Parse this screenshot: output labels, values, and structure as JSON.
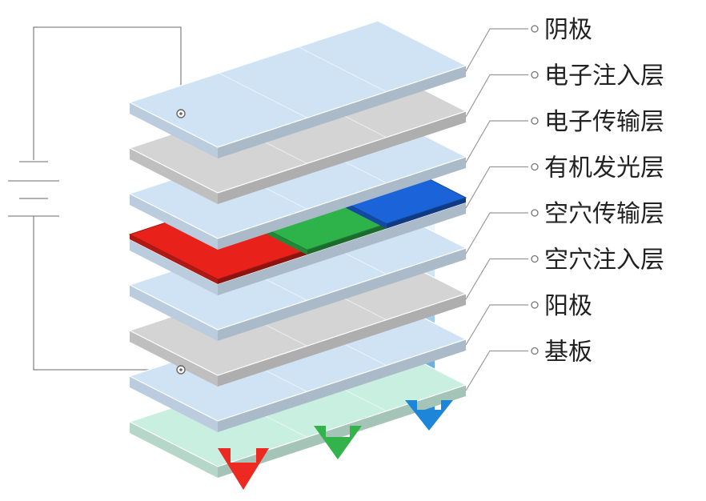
{
  "diagram": {
    "layers": [
      {
        "label": "阴极",
        "kind": "plain",
        "color": "#cfe3f5"
      },
      {
        "label": "电子注入层",
        "kind": "plain",
        "color": "#d4d4d4"
      },
      {
        "label": "电子传输层",
        "kind": "plain",
        "color": "#cfe3f5"
      },
      {
        "label": "有机发光层",
        "kind": "emissive",
        "color": "#cfe3f5"
      },
      {
        "label": "空穴传输层",
        "kind": "plain",
        "color": "#cfe3f5"
      },
      {
        "label": "空穴注入层",
        "kind": "plain",
        "color": "#d4d4d4"
      },
      {
        "label": "阳极",
        "kind": "plain",
        "color": "#cfe3f5"
      },
      {
        "label": "基板",
        "kind": "plain",
        "color": "#c8efe0"
      }
    ],
    "emitters": [
      {
        "name": "red-emitter",
        "color": "#e8221b"
      },
      {
        "name": "green-emitter",
        "color": "#2eb34a"
      },
      {
        "name": "blue-emitter",
        "color": "#1a63d8"
      }
    ]
  }
}
